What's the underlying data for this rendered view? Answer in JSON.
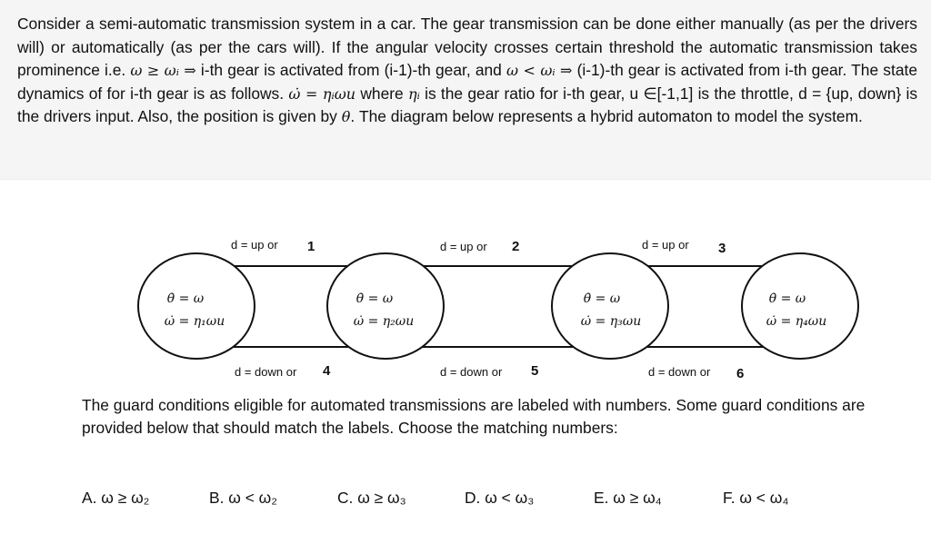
{
  "intro_segments": [
    "Consider a semi-automatic transmission system in a car. The gear transmission can be done either manually (as per the drivers will) or automatically (as per the cars will). If the angular velocity crosses certain threshold the automatic transmission takes prominence i.e. ",
    "ω ≥ ωᵢ ⇒",
    " i-th gear is activated from (i-1)-th gear, and ",
    "ω < ωᵢ ⇒",
    " (i-1)-th gear is activated from i-th gear. The state dynamics of for i-th gear is as follows. ",
    "ω̇ = ηᵢωu",
    " where ",
    "ηᵢ",
    " is the gear ratio for i-th gear, u ∈[-1,1] is the throttle, d = {up, down} is the drivers input. Also, the position is given by ",
    "θ",
    ". The diagram below represents a hybrid automaton to model the system."
  ],
  "automaton": {
    "modes": [
      {
        "eq1": "θ̇ = ω",
        "eq2": "ω̇ = η₁ωu"
      },
      {
        "eq1": "θ̇ = ω",
        "eq2": "ω̇ = η₂ωu"
      },
      {
        "eq1": "θ̇ = ω",
        "eq2": "ω̇ = η₃ωu"
      },
      {
        "eq1": "θ̇ = ω",
        "eq2": "ω̇ = η₄ωu"
      }
    ],
    "up_transitions": [
      {
        "guard": "d = up or",
        "number": "1"
      },
      {
        "guard": "d = up or",
        "number": "2"
      },
      {
        "guard": "d = up or",
        "number": "3"
      }
    ],
    "down_transitions": [
      {
        "guard": "d = down or",
        "number": "4"
      },
      {
        "guard": "d = down or",
        "number": "5"
      },
      {
        "guard": "d = down or",
        "number": "6"
      }
    ]
  },
  "guard_paragraph": "The guard conditions eligible for automated transmissions are labeled with numbers. Some guard conditions are provided below that should match the labels. Choose the matching numbers:",
  "options": [
    {
      "letter": "A.",
      "text": "ω ≥ ω₂"
    },
    {
      "letter": "B.",
      "text": "ω < ω₂"
    },
    {
      "letter": "C.",
      "text": "ω ≥ ω₃"
    },
    {
      "letter": "D.",
      "text": "ω < ω₃"
    },
    {
      "letter": "E.",
      "text": "ω ≥ ω₄"
    },
    {
      "letter": "F.",
      "text": "ω < ω₄"
    }
  ]
}
